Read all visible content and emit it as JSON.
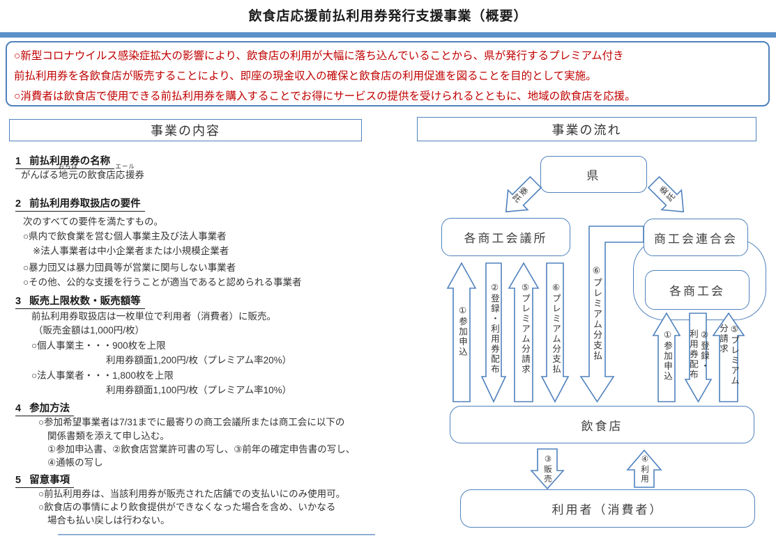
{
  "title": "飲食店応援前払利用券発行支援事業（概要）",
  "colors": {
    "accent_blue": "#4f81bd",
    "bar_blue": "#5b8fc9",
    "overview_text_red": "#c00000",
    "body_text": "#333333"
  },
  "overview": {
    "line1": "○新型コロナウイルス感染症拡大の影響により、飲食店の利用が大幅に落ち込んでいることから、県が発行するプレミアム付き",
    "line2": "前払利用券を各飲食店が販売することにより、即座の現金収入の確保と飲食店の利用促進を図ることを目的として実施。",
    "line3": "○消費者は飲食店で使用できる前払利用券を購入することでお得にサービスの提供を受けられるとともに、地域の飲食店を応援。"
  },
  "content_panel": {
    "header": "事業の内容",
    "s1": {
      "number": "1",
      "heading": "前払利用券の名称",
      "name": {
        "pre": "がんばる",
        "ruby1_base": "地元",
        "ruby1": "おらほ",
        "mid": "の飲食店",
        "ruby2_base": "応援",
        "ruby2": "エール",
        "post": "券"
      }
    },
    "s2": {
      "number": "2",
      "heading": "前払利用券取扱店の要件",
      "lines": [
        "次のすべての要件を満たすもの。",
        "○県内で飲食業を営む個人事業主及び法人事業者",
        "※法人事業者は中小企業者または小規模企業者",
        "○暴力団又は暴力団員等が営業に関与しない事業者",
        "○その他、公的な支援を行うことが適当であると認められる事業者"
      ]
    },
    "s3": {
      "number": "3",
      "heading": "販売上限枚数・販売額等",
      "lines": [
        "前払利用券取扱店は一枚単位で利用者（消費者）に販売。",
        "（販売金額は1,000円/枚）",
        "○個人事業主・・・900枚を上限",
        "利用券額面1,200円/枚（プレミアム率20%）",
        "○法人事業者・・・1,800枚を上限",
        "利用券額面1,100円/枚（プレミアム率10%）"
      ]
    },
    "s4": {
      "number": "4",
      "heading": "参加方法",
      "lines": [
        "○参加希望事業者は7/31までに最寄りの商工会議所または商工会に以下の",
        "関係書類を添えて申し込む。",
        "①参加申込書、②飲食店営業許可書の写し、③前年の確定申告書の写し、",
        "④通帳の写し"
      ]
    },
    "s5": {
      "number": "5",
      "heading": "留意事項",
      "lines": [
        "○前払利用券は、当該利用券が販売された店舗での支払いにのみ使用可。",
        "○飲食店の事情により飲食提供ができなくなった場合を含め、いかなる",
        "場合も払い戻しは行わない。"
      ]
    }
  },
  "flow_panel": {
    "header": "事業の流れ",
    "nodes": {
      "prefecture": "県",
      "chambers": "各商工会議所",
      "federation": "商工会連合会",
      "societies": "各商工会",
      "restaurant": "飲食店",
      "consumer": "利用者（消費者）"
    },
    "edges": {
      "entrust_left": "委託",
      "entrust_right": "委託",
      "left_1": "①参加申込",
      "left_2": "②登録・利用券配布",
      "left_5": "⑤プレミアム分請求",
      "left_6": "⑥プレミアム分支払",
      "center_6": "⑥プレミアム分支払",
      "right_1": "①参加申込",
      "right_2": "②登録・\n利用券配布",
      "right_5": "⑤プレミアム\n分請求",
      "sell_3": "③販売",
      "use_4": "④利用"
    }
  }
}
